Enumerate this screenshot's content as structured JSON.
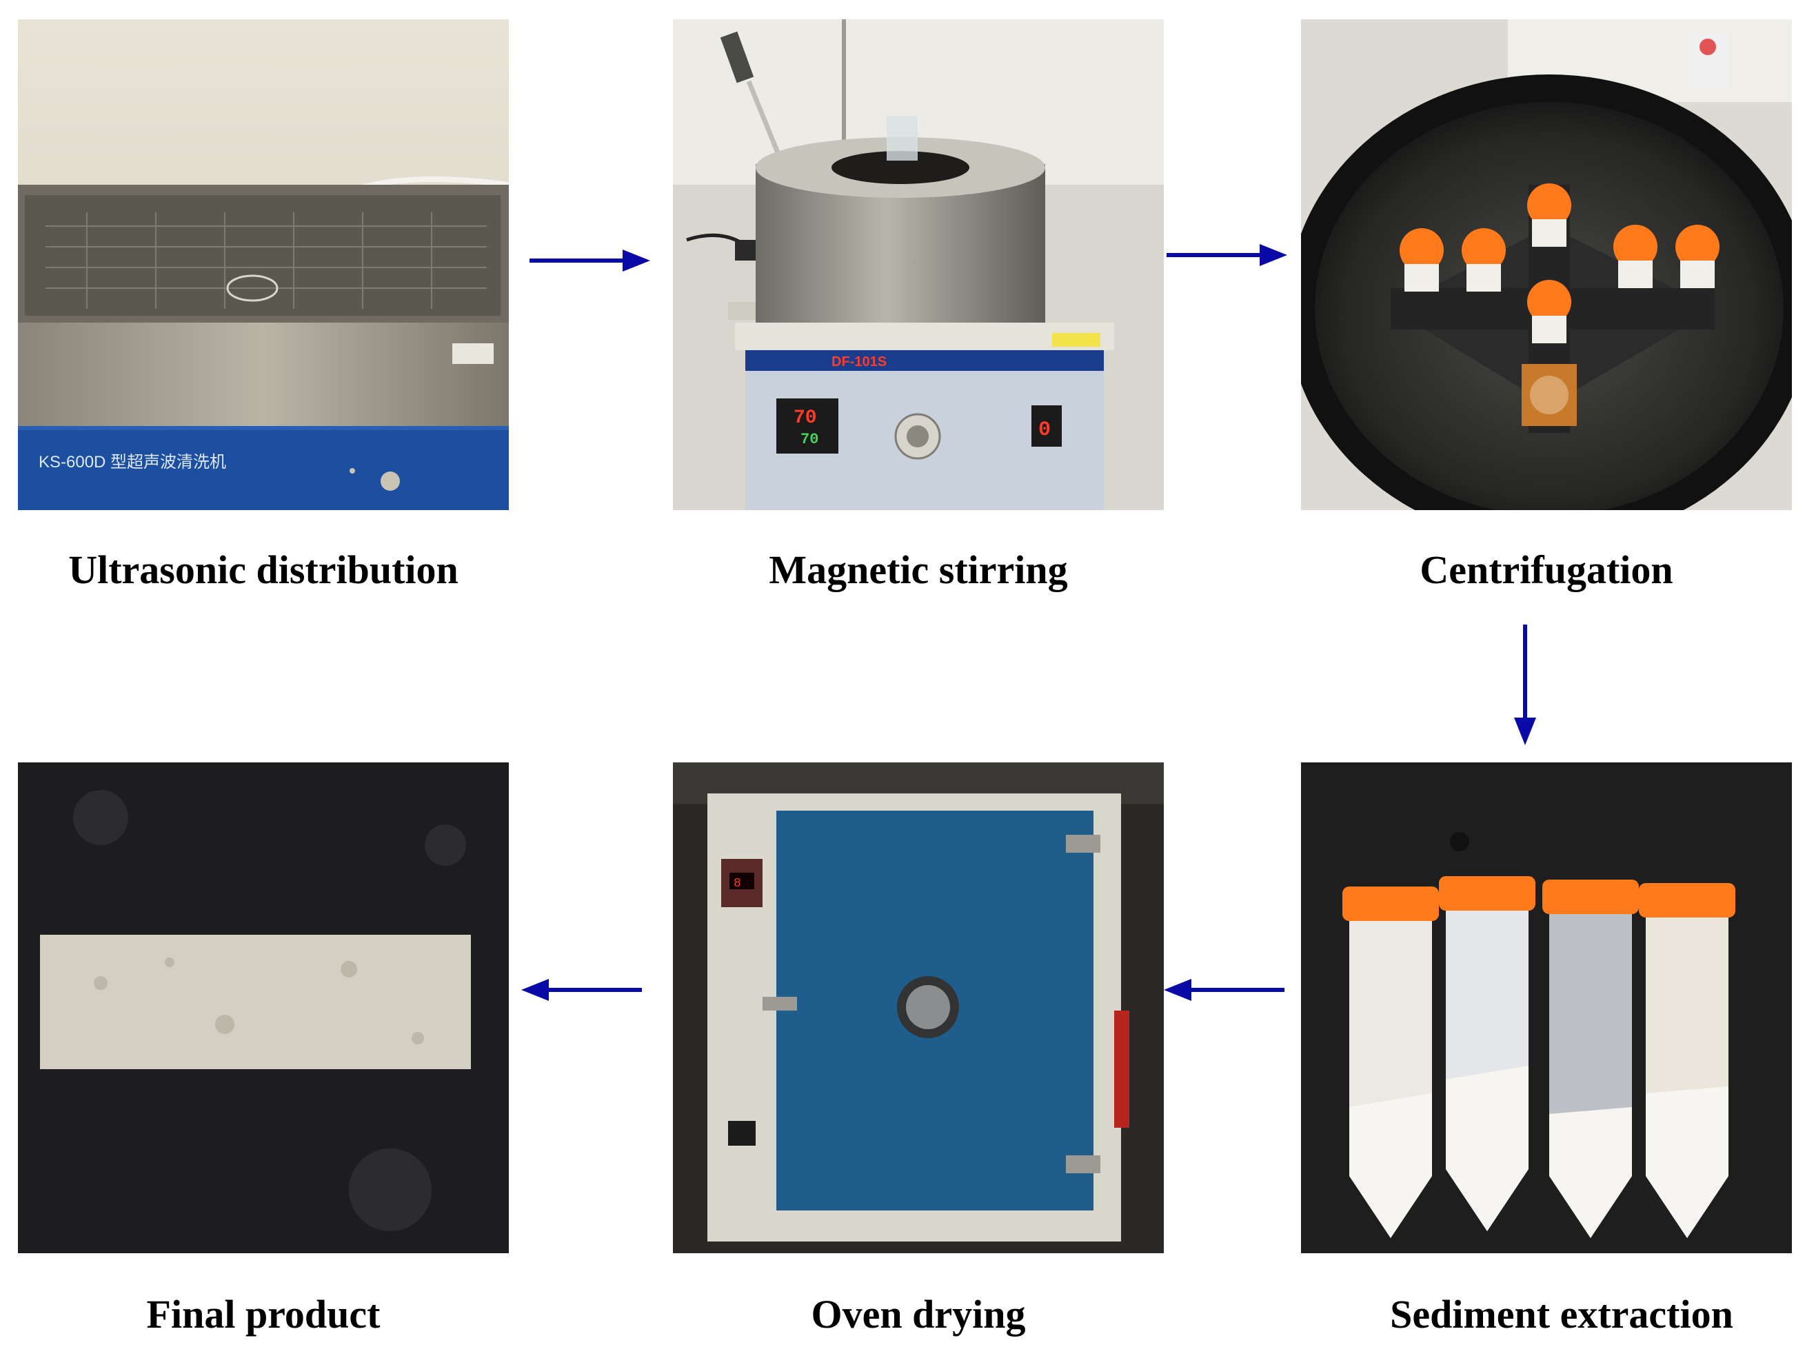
{
  "colors": {
    "arrow": "#0a0aa8",
    "caption": "#000000"
  },
  "steps": [
    {
      "id": "ultrasonic",
      "caption": "Ultrasonic distribution",
      "label_text": "KS-600D 型超声波清洗机"
    },
    {
      "id": "magnetic",
      "caption": "Magnetic stirring",
      "model_text": "DF-101S",
      "display": "70",
      "display_sub": "70",
      "display_right": "0"
    },
    {
      "id": "centrifugation",
      "caption": "Centrifugation"
    },
    {
      "id": "sediment",
      "caption": "Sediment extraction"
    },
    {
      "id": "oven",
      "caption": "Oven drying"
    },
    {
      "id": "final",
      "caption": "Final product"
    }
  ],
  "flow_order": [
    "ultrasonic",
    "magnetic",
    "centrifugation",
    "sediment",
    "oven",
    "final"
  ]
}
